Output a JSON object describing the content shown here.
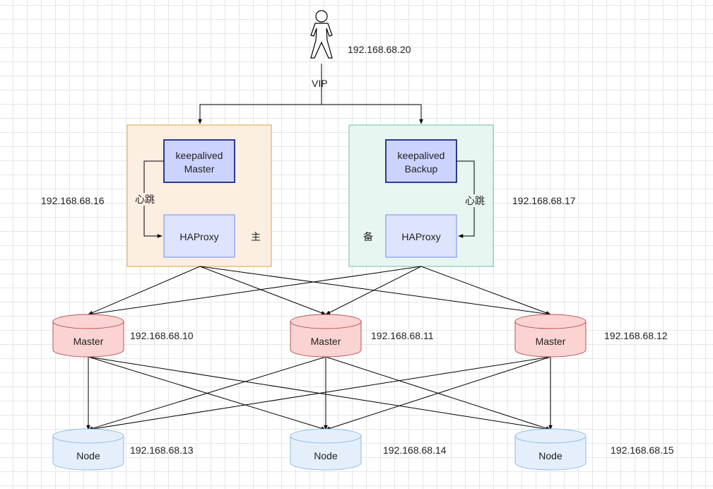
{
  "client": {
    "ip": "192.168.68.20",
    "vip_label": "VIP"
  },
  "lb_master": {
    "ip": "192.168.68.16",
    "keepalived_line1": "keepalived",
    "keepalived_line2": "Master",
    "haproxy": "HAProxy",
    "heartbeat": "心跳",
    "role": "主"
  },
  "lb_backup": {
    "ip": "192.168.68.17",
    "keepalived_line1": "keepalived",
    "keepalived_line2": "Backup",
    "haproxy": "HAProxy",
    "heartbeat": "心跳",
    "role": "备"
  },
  "masters": [
    {
      "label": "Master",
      "ip": "192.168.68.10"
    },
    {
      "label": "Master",
      "ip": "192.168.68.11"
    },
    {
      "label": "Master",
      "ip": "192.168.68.12"
    }
  ],
  "nodes": [
    {
      "label": "Node",
      "ip": "192.168.68.13"
    },
    {
      "label": "Node",
      "ip": "192.168.68.14"
    },
    {
      "label": "Node",
      "ip": "192.168.68.15"
    }
  ],
  "colors": {
    "master_box_fill": "#fdeee2",
    "master_box_stroke": "#e6a23c",
    "backup_box_fill": "#e8f6f2",
    "backup_box_stroke": "#67c2b0",
    "keepalived_fill": "#cdd3ff",
    "keepalived_stroke": "#2c3b8f",
    "haproxy_fill": "#dde4ff",
    "haproxy_stroke": "#6d8ee6",
    "master_db_fill": "#fcd3d3",
    "master_db_stroke": "#b85450",
    "node_db_fill": "#e4effb",
    "node_db_stroke": "#8fbbe6"
  }
}
